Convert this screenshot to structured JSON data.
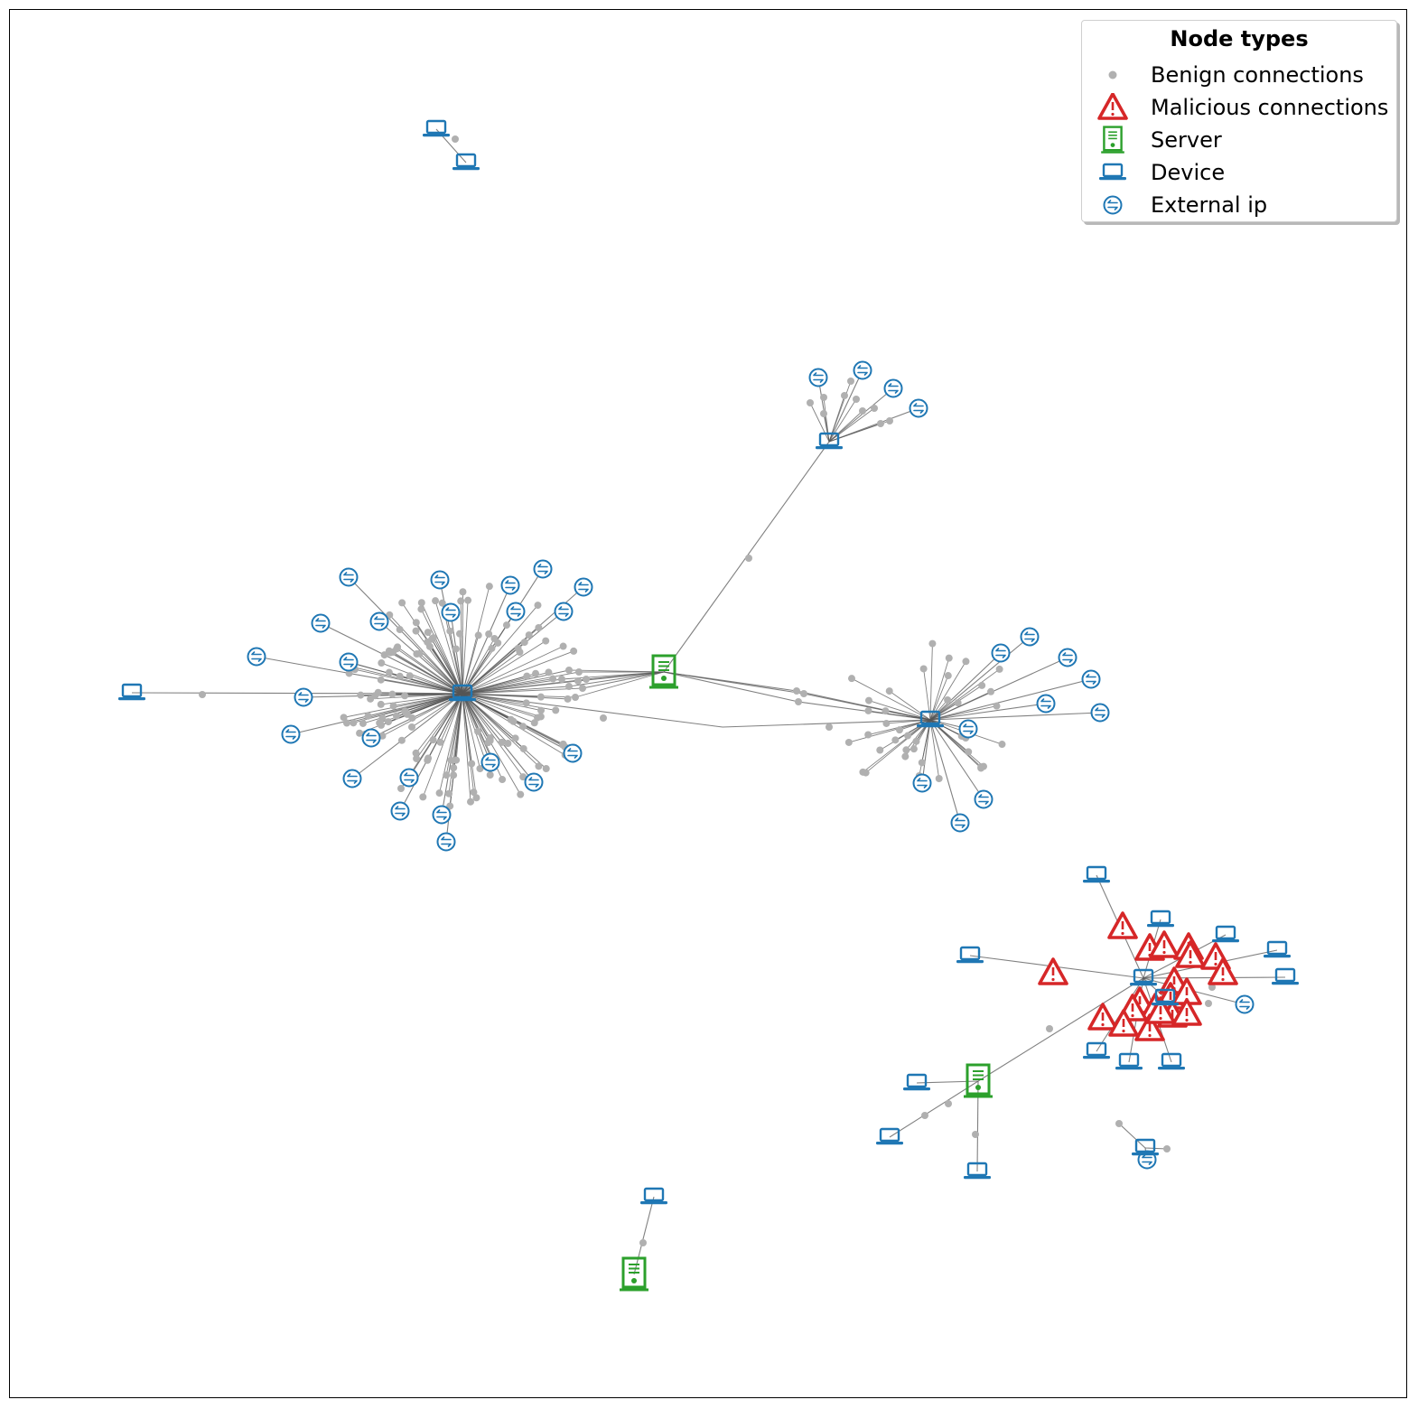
{
  "legend": {
    "title": "Node types",
    "items": [
      {
        "key": "benign",
        "label": "Benign connections",
        "color": "#b0b0b0",
        "icon": "dot-icon"
      },
      {
        "key": "malicious",
        "label": "Malicious connections",
        "color": "#d62728",
        "icon": "warning-triangle-icon"
      },
      {
        "key": "server",
        "label": "Server",
        "color": "#2ca02c",
        "icon": "server-icon"
      },
      {
        "key": "device",
        "label": "Device",
        "color": "#1f77b4",
        "icon": "laptop-icon"
      },
      {
        "key": "external_ip",
        "label": "External ip",
        "color": "#1f77b4",
        "icon": "exchange-arrows-icon"
      }
    ]
  },
  "colors": {
    "edge": "#555555",
    "benign": "#b0b0b0",
    "malicious": "#d62728",
    "server": "#2ca02c",
    "device": "#1f77b4",
    "external_ip": "#1f77b4"
  }
}
